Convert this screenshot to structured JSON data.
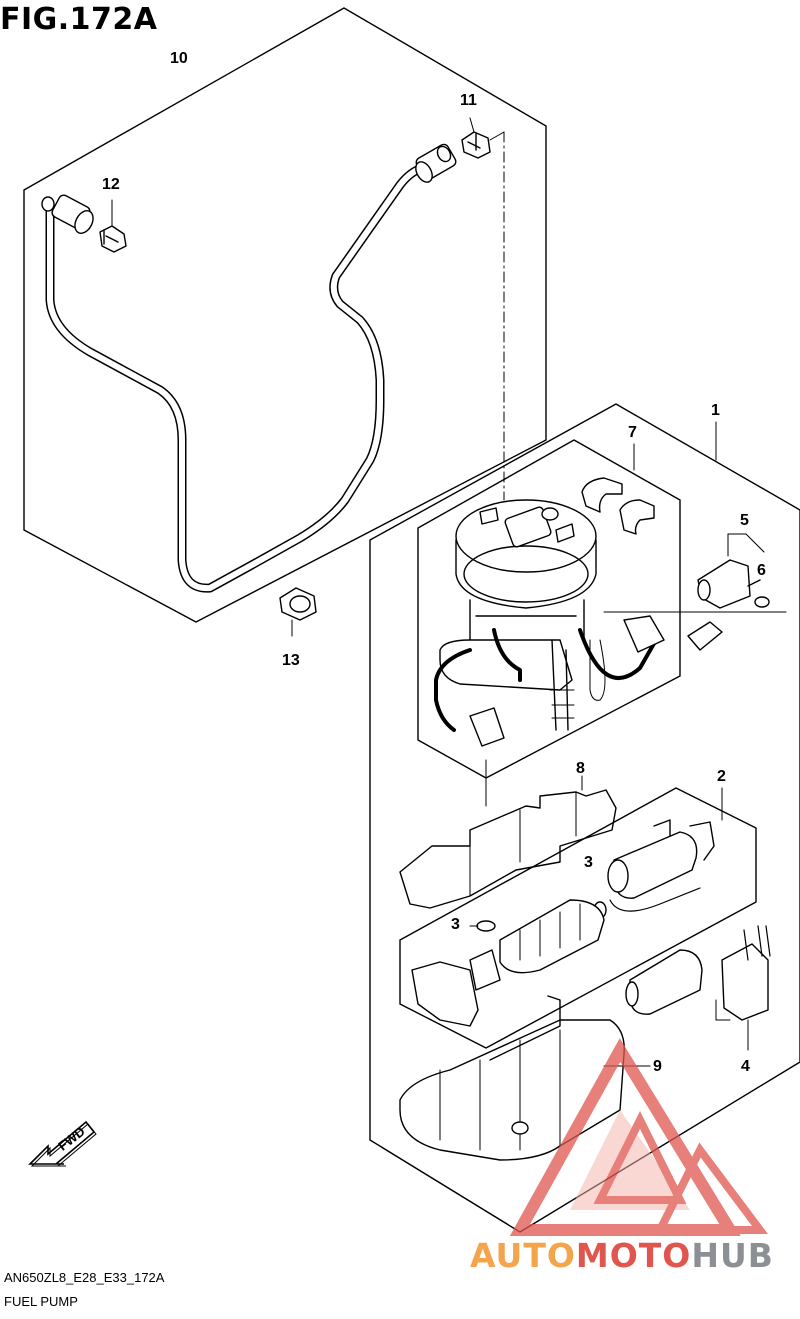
{
  "figure": {
    "title": "FIG.172A",
    "code": "AN650ZL8_E28_E33_172A",
    "name": "FUEL PUMP"
  },
  "callouts": {
    "c1": "1",
    "c2": "2",
    "c3a": "3",
    "c3b": "3",
    "c4": "4",
    "c5": "5",
    "c6": "6",
    "c7": "7",
    "c8": "8",
    "c9": "9",
    "c10": "10",
    "c11": "11",
    "c12": "12",
    "c13": "13"
  },
  "direction": {
    "label": "FWD"
  },
  "watermark": {
    "part_a": "AUTO",
    "part_b": "MOTO",
    "part_c": "HUB"
  },
  "colors": {
    "line": "#000000",
    "watermark_red": "#e0564f",
    "watermark_orange": "#f4a44a",
    "watermark_gray": "#8c8f94"
  }
}
